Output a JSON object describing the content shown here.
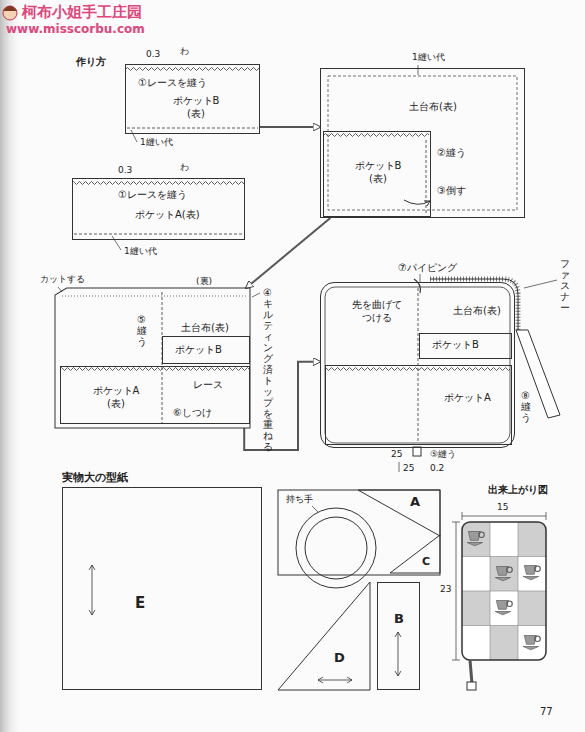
{
  "diagram": {
    "nodes": [
      {
        "text": [
          "①レースを縫う",
          "ポケットB (表)"
        ]
      },
      {
        "text": [
          "①レースを縫う",
          "ポケットA(表)"
        ]
      },
      {
        "text": [
          "土台布(表)",
          "②縫う",
          "③倒す"
        ]
      },
      {
        "text": [
          "ポケットB (表)"
        ],
        "in": 2
      },
      {
        "text": [
          "⑤縫う",
          "土台布(表)"
        ]
      },
      {
        "text": [
          "ポケットB"
        ],
        "in": 4
      },
      {
        "text": [
          "レース",
          "ポケットA (表)",
          "⑥しつけ"
        ],
        "in": 4
      },
      {
        "text": [
          "先を曲げてつける",
          "土台布(表)"
        ]
      },
      {
        "text": [
          "ポケットB"
        ],
        "in": 7
      },
      {
        "text": [
          "ポケットA"
        ],
        "in": 7
      },
      {
        "text": [
          "E"
        ]
      },
      {
        "text": [
          "A"
        ]
      },
      {
        "text": [
          "C"
        ]
      },
      {
        "text": [
          "D"
        ]
      },
      {
        "text": [
          "B"
        ]
      }
    ],
    "edges": [
      {
        "from": 0,
        "to": 2,
        "arrow": "to"
      },
      {
        "from": 2,
        "to": 4,
        "arrow": "to"
      },
      {
        "from": 4,
        "to": 7,
        "arrow": "to"
      }
    ],
    "labels": [
      "柯布小姐手工庄园",
      "www.misscorbu.com",
      "作り方",
      "0.3",
      "わ",
      "1縫い代",
      "0.3",
      "わ",
      "1縫い代",
      "1縫い代",
      "カットする",
      "(裏)",
      "④キルティング済トップを重ねる",
      "⑦パイピング",
      "ファスナー",
      "⑧縫う",
      "25",
      "⑤縫う",
      "25",
      "0.2",
      "実物大の型紙",
      "持ち手",
      "出来上がり図",
      "15",
      "23",
      "77"
    ]
  }
}
